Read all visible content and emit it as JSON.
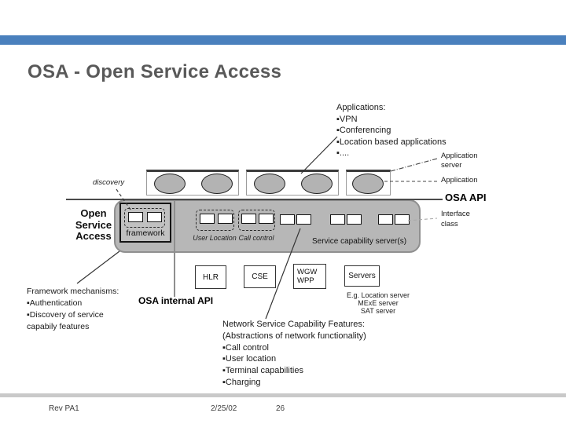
{
  "header": {
    "title": "OSA - Open Service Access"
  },
  "colors": {
    "accent_bar": "#4a80bd",
    "band_fill": "#b7b7b7",
    "ellipse_fill": "#b3b3b3",
    "footer_bar": "#c9c9c9"
  },
  "applications_note": {
    "title": "Applications:",
    "items": [
      "▪VPN",
      "▪Conferencing",
      "▪Location based applications",
      "▪...."
    ]
  },
  "osa_block": {
    "discovery": "discovery",
    "title_line1": "Open",
    "title_line2": "Service",
    "title_line3": "Access",
    "framework": "framework",
    "user_location": "User Location",
    "call_control": "Call control",
    "service_capability": "Service capability server(s)"
  },
  "right_labels": {
    "application_server_line1": "Application",
    "application_server_line2": "server",
    "application": "Application",
    "osa_api": "OSA API",
    "interface_line1": "Interface",
    "interface_line2": "class"
  },
  "network_elements": {
    "hlr": "HLR",
    "cse": "CSE",
    "wgw": "WGW\nWPP",
    "servers": "Servers",
    "examples_line1": "E.g. Location server",
    "examples_line2": "MExE server",
    "examples_line3": "SAT server"
  },
  "internal_api": "OSA internal API",
  "framework_mechanisms": {
    "title": "Framework mechanisms:",
    "items": [
      "▪Authentication",
      "▪Discovery of service",
      "capabily features"
    ]
  },
  "network_features": {
    "title": "Network Service Capability Features:",
    "subtitle": "(Abstractions of network functionality)",
    "items": [
      "▪Call control",
      "▪User location",
      "▪Terminal capabilities",
      "▪Charging"
    ]
  },
  "footer": {
    "rev": "Rev PA1",
    "date": "2/25/02",
    "page": "26"
  }
}
